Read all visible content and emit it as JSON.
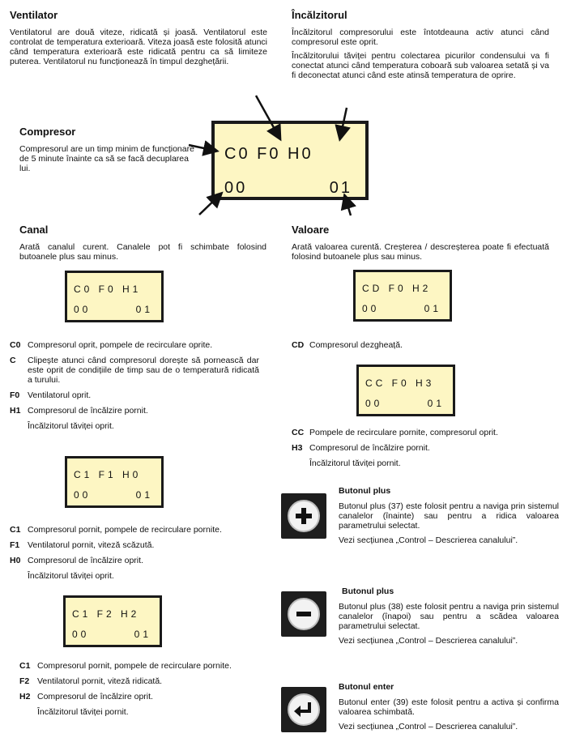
{
  "ventilator": {
    "title": "Ventilator",
    "text": "Ventilatorul are două viteze, ridicată și joasă. Ventilatorul este controlat de temperatura exterioară. Viteza joasă este folosită atunci când temperatura exterioară este ridicată pentru ca să limiteze puterea. Ventilatorul nu funcționează în timpul dezghețării."
  },
  "incalzitor": {
    "title": "Încălzitorul",
    "text1": "Încălzitorul compresorului este întotdeauna activ atunci când compresorul este oprit.",
    "text2": "Încălzitorului tăviței pentru colectarea picurilor condensului va fi conectat atunci când temperatura coboară sub valoarea setată și va fi deconectat atunci când este atinsă temperatura de oprire."
  },
  "compresor": {
    "title": "Compresor",
    "text": "Compresorul are un timp minim de funcționare de 5 minute înainte ca să se facă decuplarea lui."
  },
  "main_display": {
    "row1": "C0  F0  H0",
    "row2_left": "00",
    "row2_right": "01"
  },
  "canal": {
    "title": "Canal",
    "text": "Arată canalul curent. Canalele pot fi schimbate folosind butoanele plus sau minus."
  },
  "valoare": {
    "title": "Valoare",
    "text": "Arată valoarea curentă. Creșterea / descreșterea poate fi efectuată folosind butoanele plus sau minus."
  },
  "displays": {
    "d1": {
      "row1": "C0  F0  H1",
      "row2_left": "00",
      "row2_right": "01"
    },
    "d2": {
      "row1": "C1  F1  H0",
      "row2_left": "00",
      "row2_right": "01"
    },
    "d3": {
      "row1": "C1  F2  H2",
      "row2_left": "00",
      "row2_right": "01"
    },
    "d4": {
      "row1": "CD  F0  H2",
      "row2_left": "00",
      "row2_right": "01"
    },
    "d5": {
      "row1": "CC  F0  H3",
      "row2_left": "00",
      "row2_right": "01"
    }
  },
  "legend1": [
    {
      "code": "C0",
      "text": "Compresorul oprit, pompele de recirculare oprite."
    },
    {
      "code": "C",
      "text": "Clipește atunci când compresorul dorește să pornească dar este oprit de condițiile de timp sau de o temperatură ridicată a turului."
    },
    {
      "code": "F0",
      "text": "Ventilatorul oprit."
    },
    {
      "code": "H1",
      "text": "Compresorul de încălzire pornit."
    },
    {
      "code": "",
      "text": "Încălzitorul tăviței oprit."
    }
  ],
  "legend2": [
    {
      "code": "C1",
      "text": "Compresorul pornit, pompele de recirculare pornite."
    },
    {
      "code": "F1",
      "text": "Ventilatorul pornit, viteză scăzută."
    },
    {
      "code": "H0",
      "text": "Compresorul de încălzire oprit."
    },
    {
      "code": "",
      "text": "Încălzitorul tăviței oprit."
    }
  ],
  "legend3": [
    {
      "code": "C1",
      "text": "Compresorul pornit, pompele de recirculare pornite."
    },
    {
      "code": "F2",
      "text": "Ventilatorul pornit, viteză ridicată."
    },
    {
      "code": "H2",
      "text": "Compresorul de încălzire oprit."
    },
    {
      "code": "",
      "text": "Încălzitorul tăviței pornit."
    }
  ],
  "legend4": [
    {
      "code": "CD",
      "text": "Compresorul dezgheață."
    }
  ],
  "legend5": [
    {
      "code": "CC",
      "text": "Pompele de recirculare pornite, compresorul oprit."
    },
    {
      "code": "H3",
      "text": "Compresorul de încălzire pornit."
    },
    {
      "code": "",
      "text": "Încălzitorul tăviței pornit."
    }
  ],
  "buttons": [
    {
      "title": "Butonul plus",
      "text": "Butonul plus (37) este folosit pentru a naviga prin sistemul canalelor (înainte) sau pentru a ridica valoarea parametrului selectat.",
      "see": "Vezi secțiunea „Control – Descrierea canalului”.",
      "icon": "plus-icon"
    },
    {
      "title": "Butonul plus",
      "text": "Butonul plus (38) este folosit pentru a naviga prin sistemul canalelor (înapoi) sau pentru a scădea valoarea parametrului selectat.",
      "see": "Vezi secțiunea „Control – Descrierea canalului”.",
      "icon": "minus-icon"
    },
    {
      "title": "Butonul enter",
      "text": "Butonul enter (39) este folosit pentru a activa și confirma valoarea schimbată.",
      "see": "Vezi secțiunea „Control – Descrierea canalului”.",
      "icon": "enter-icon"
    }
  ]
}
